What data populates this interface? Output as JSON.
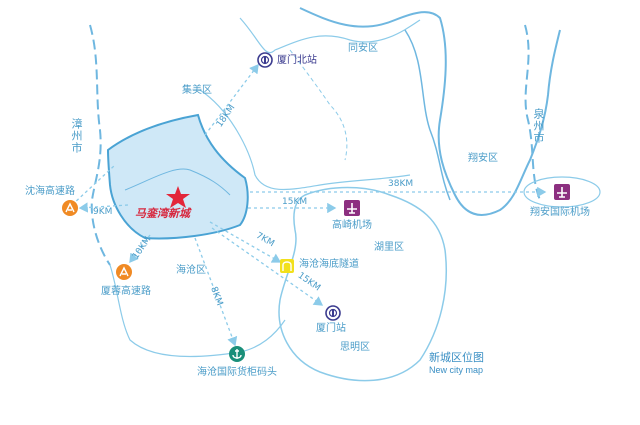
{
  "title": "马銮湾新城",
  "legend": {
    "cn": "新城区位图",
    "en": "New city map"
  },
  "districts": {
    "jimei": "集美区",
    "tongan": "同安区",
    "xiangan": "翔安区",
    "huli": "湖里区",
    "haicang": "海沧区",
    "siming": "思明区",
    "zhangzhou": "漳州市",
    "quanzhou": "泉州市"
  },
  "places": {
    "xiamen_north": "厦门北站",
    "gaoqi": "高崎机场",
    "xiangan_airport": "翔安国际机场",
    "tunnel": "海沧海底隧道",
    "xiamen_station": "厦门站",
    "port": "海沧国际货柜码头",
    "shenhai": "沈海高速路",
    "xiasha": "厦蓉高速路"
  },
  "distances": {
    "to_xiamen_north": "18KM",
    "to_xiangan_airport": "38KM",
    "to_gaoqi": "15KM",
    "to_shenhai": "9KM",
    "to_xiasha": "10KM",
    "to_tunnel": "7KM",
    "to_xiamen_station": "15KM",
    "to_port": "8KM"
  },
  "colors": {
    "highlight_fill": "#cfe8f7",
    "highlight_stroke": "#4aa3d4",
    "line": "#8ccbe9",
    "star": "#e3263a",
    "airport": "#8c2f80",
    "rail": "#3b3b8f",
    "highway": "#f08a24",
    "tunnel": "#f2e01c",
    "port": "#1a8f7a"
  },
  "icons": {
    "rail": "rail-station-icon",
    "airport": "airplane-icon",
    "highway": "highway-icon",
    "tunnel": "tunnel-icon",
    "port": "anchor-icon",
    "center": "star-icon"
  }
}
